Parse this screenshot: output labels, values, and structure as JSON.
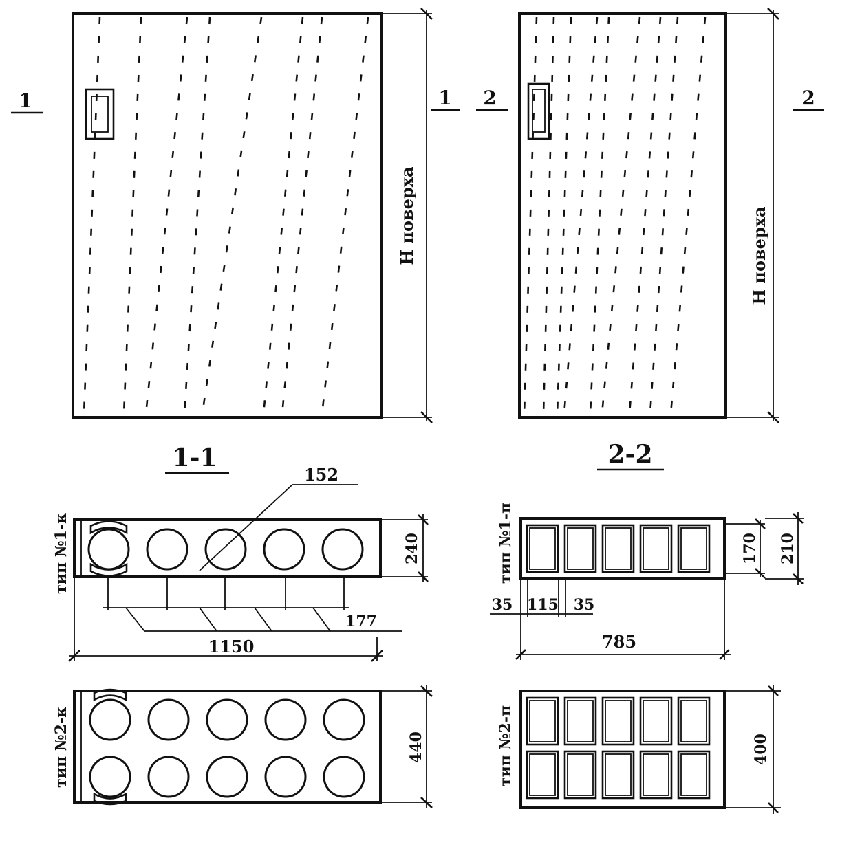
{
  "views": {
    "left": {
      "cut_marker_left": "1",
      "cut_marker_right": "1",
      "height_label": "H поверха",
      "section_title": "1-1"
    },
    "right": {
      "cut_marker_left": "2",
      "cut_marker_right": "2",
      "height_label": "H поверха",
      "section_title": "2-2"
    }
  },
  "sections": {
    "type1k": {
      "label": "тип №1-к",
      "dim_hole_diameter": "152",
      "dim_height": "240",
      "dim_spacing": "177",
      "dim_length": "1150",
      "holes_rows": 1,
      "holes_per_row": 5
    },
    "type2k": {
      "label": "тип №2-к",
      "dim_height": "440",
      "holes_rows": 2,
      "holes_per_row": 5
    },
    "type1p": {
      "label": "тип №1-п",
      "dim_inner_height": "170",
      "dim_height": "210",
      "dim_wall_left": "35",
      "dim_cell_width": "115",
      "dim_wall_right": "35",
      "dim_length": "785",
      "cells_rows": 1,
      "cells_per_row": 5
    },
    "type2p": {
      "label": "тип №2-п",
      "dim_height": "400",
      "cells_rows": 2,
      "cells_per_row": 5
    }
  }
}
